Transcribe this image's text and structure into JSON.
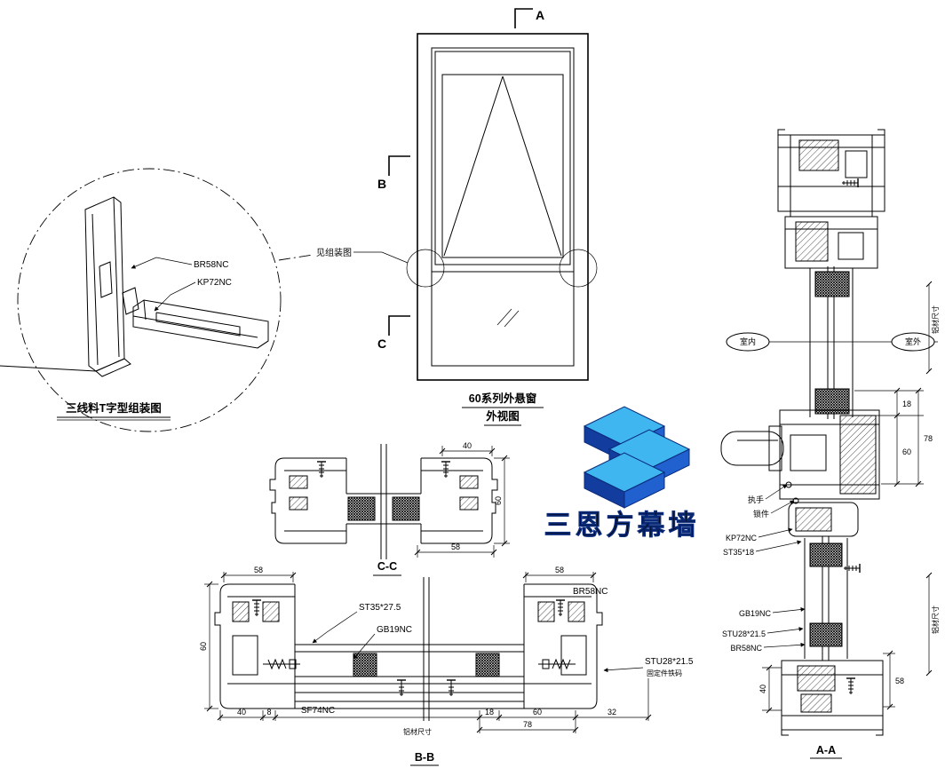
{
  "drawing": {
    "bg_color": "#ffffff",
    "line_color": "#000000"
  },
  "brand": {
    "text": "三恩方幕墙",
    "logo": "isometric-three-bar-logo",
    "color_primary": "#2160cf",
    "color_light": "#3fb6ef",
    "color_deep": "#123c9e",
    "color_outline": "#0a2a7a"
  },
  "elevation": {
    "title_line1": "60系列外悬窗",
    "title_line2": "外视图",
    "marker_a": "A",
    "marker_b": "B",
    "marker_c": "C",
    "note_assembly": "见组装图"
  },
  "detail": {
    "caption": "三线料T字型组装图",
    "label_br58nc": "BR58NC",
    "label_kp72nc": "KP72NC"
  },
  "section_cc": {
    "caption": "C-C",
    "dim_top": "40",
    "dim_right": "60",
    "dim_bottom": "58"
  },
  "section_bb": {
    "caption": "B-B",
    "dim_top_left": "58",
    "dim_top_right": "58",
    "dim_left": "60",
    "dim_40": "40",
    "dim_8": "8",
    "dim_18": "18",
    "dim_60": "60",
    "dim_32": "32",
    "dim_78": "78",
    "label_st35": "ST35*27.5",
    "label_gb19nc": "GB19NC",
    "label_br58nc": "BR58NC",
    "label_sf74nc": "SF74NC",
    "label_stu28": "STU28*21.5",
    "label_fixing": "固定件铁码",
    "note_alu": "铝材尺寸"
  },
  "section_aa": {
    "caption": "A-A",
    "tag_indoor": "室内",
    "tag_outdoor": "室外",
    "label_handle": "执手",
    "label_lock": "锁件",
    "label_kp72nc": "KP72NC",
    "label_st35": "ST35*18",
    "label_gb19nc": "GB19NC",
    "label_stu28": "STU28*21.5",
    "label_br58nc": "BR58NC",
    "dim_18": "18",
    "dim_60": "60",
    "dim_78": "78",
    "dim_40": "40",
    "dim_58": "58",
    "note_alu_top": "铝材尺寸",
    "note_alu_bottom": "铝材尺寸"
  }
}
